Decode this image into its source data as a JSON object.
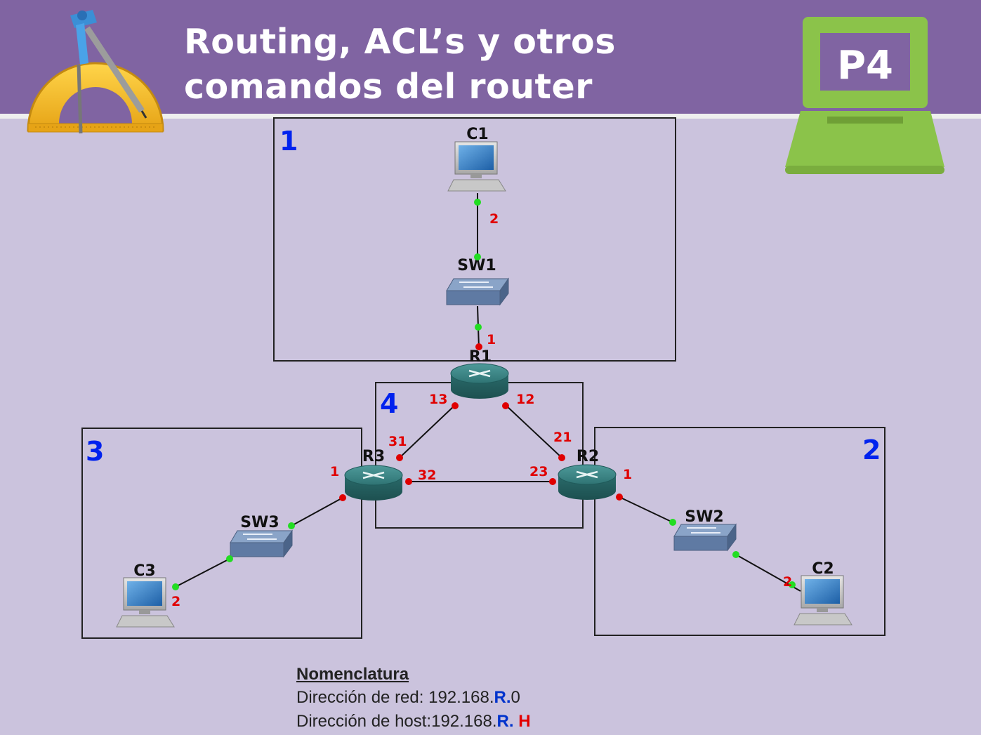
{
  "header": {
    "title_line1": "Routing, ACL’s y otros",
    "title_line2": "comandos del router",
    "badge": "P4",
    "logo_icon": "compass-protractor-icon",
    "laptop_icon": "laptop-icon"
  },
  "colors": {
    "header_bg": "#8064a2",
    "page_bg": "#cbc3dd",
    "badge_green": "#8bc34a",
    "net_label_blue": "#0022ee",
    "port_red": "#e00000",
    "link_green": "#22dd22"
  },
  "diagram": {
    "networks": [
      {
        "id": "net1",
        "label": "1"
      },
      {
        "id": "net2",
        "label": "2"
      },
      {
        "id": "net3",
        "label": "3"
      },
      {
        "id": "net4",
        "label": "4"
      }
    ],
    "devices": [
      {
        "id": "C1",
        "label": "C1",
        "type": "pc"
      },
      {
        "id": "C2",
        "label": "C2",
        "type": "pc"
      },
      {
        "id": "C3",
        "label": "C3",
        "type": "pc"
      },
      {
        "id": "SW1",
        "label": "SW1",
        "type": "switch"
      },
      {
        "id": "SW2",
        "label": "SW2",
        "type": "switch"
      },
      {
        "id": "SW3",
        "label": "SW3",
        "type": "switch"
      },
      {
        "id": "R1",
        "label": "R1",
        "type": "router"
      },
      {
        "id": "R2",
        "label": "R2",
        "type": "router"
      },
      {
        "id": "R3",
        "label": "R3",
        "type": "router"
      }
    ],
    "port_labels": [
      "2",
      "1",
      "13",
      "12",
      "31",
      "21",
      "32",
      "23",
      "1",
      "1",
      "2",
      "2"
    ]
  },
  "legend": {
    "title": "Nomenclatura",
    "red_label": "Dirección de red:",
    "red_prefix": "192.168.",
    "red_r": "R.",
    "red_end": "0",
    "host_label": "Dirección de host:",
    "host_prefix": "192.168.",
    "host_r": "R.",
    "host_h": "H"
  }
}
